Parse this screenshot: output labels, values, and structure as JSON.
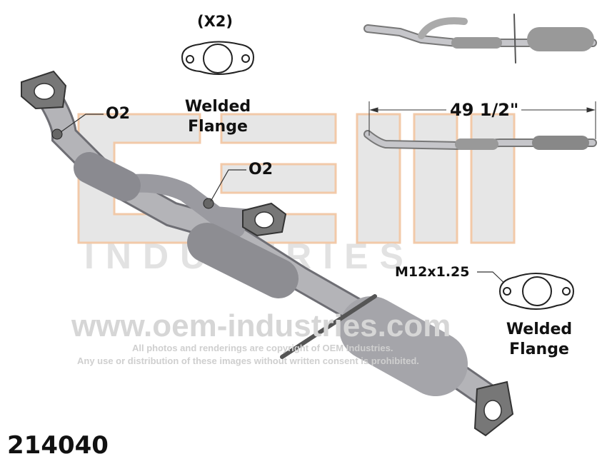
{
  "watermark": {
    "brand_top": "OEM",
    "brand_bottom": "INDUSTRIES",
    "url": "www.oem-industries.com",
    "copyright_line1": "All photos and renderings are copyright of OEM Industries.",
    "copyright_line2": "Any use or distribution of these images without written consent is prohibited."
  },
  "labels": {
    "quantity": "(X2)",
    "flange_top_line1": "Welded",
    "flange_top_line2": "Flange",
    "o2_upper": "O2",
    "o2_lower": "O2",
    "dimension": "49 1/2\"",
    "thread_spec": "M12x1.25",
    "flange_right_line1": "Welded",
    "flange_right_line2": "Flange",
    "part_number": "214040"
  },
  "colors": {
    "metal": "#a9a9ad",
    "metal_dark": "#6e6e74",
    "watermark": "#d4d4d4",
    "watermark_edge": "#f2c9a8"
  }
}
